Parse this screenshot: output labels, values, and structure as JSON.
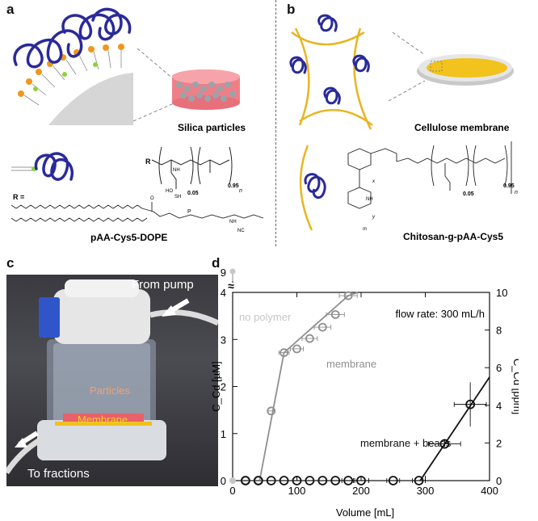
{
  "panels": {
    "a": {
      "letter": "a",
      "silica_label": "Silica particles",
      "r_symbol": "R",
      "r_eq": "R =",
      "sub_005": "0.05",
      "sub_095": "0.95",
      "sub_n": "n",
      "sh": "SH",
      "ho": "HO",
      "o": "O",
      "nh": "NH",
      "p": "P",
      "nc": "NC",
      "compound": "pAA-Cys5-DOPE"
    },
    "b": {
      "letter": "b",
      "membrane_label": "Cellulose membrane",
      "sub_005": "0.05",
      "sub_095": "0.95",
      "sub_n": "n",
      "sub_x": "x",
      "sub_y": "y",
      "sub_m": "m",
      "nh2": "NH",
      "compound": "Chitosan-g-pAA-Cys5"
    },
    "c": {
      "letter": "c",
      "from_pump": "From pump",
      "particles": "Particles",
      "membrane": "Membrane",
      "to_fractions": "To fractions"
    },
    "d": {
      "letter": "d"
    }
  },
  "chart_data": {
    "type": "line",
    "xlabel": "Volume [mL]",
    "ylabel_left": "C_Cd [µM]",
    "ylabel_right": "C_Cd [ppm]",
    "xlim": [
      0,
      400
    ],
    "ylim_left": [
      0,
      4
    ],
    "ylim_right": [
      0,
      10
    ],
    "x_ticks": [
      "0",
      "100",
      "200",
      "300",
      "400"
    ],
    "y_ticks_left": [
      "0",
      "1",
      "2",
      "3",
      "4"
    ],
    "y_break_tick": "9",
    "y_ticks_right": [
      "0",
      "2",
      "4",
      "6",
      "8",
      "10"
    ],
    "annotation": "flow rate: 300 mL/h",
    "series": [
      {
        "name": "no polymer",
        "color": "#c7c7c7",
        "points": [
          [
            0,
            0
          ],
          [
            0,
            9
          ]
        ]
      },
      {
        "name": "membrane",
        "color": "#8f8f8f",
        "points": [
          [
            20,
            0
          ],
          [
            40,
            0
          ],
          [
            60,
            1.48
          ],
          [
            80,
            2.72
          ],
          [
            100,
            2.8
          ],
          [
            120,
            3.02
          ],
          [
            140,
            3.26
          ],
          [
            160,
            3.53
          ],
          [
            180,
            3.93
          ]
        ],
        "xerr": [
          0,
          0,
          5,
          8,
          10,
          12,
          13,
          14,
          14
        ],
        "fit": [
          [
            42,
            0
          ],
          [
            80,
            2.72
          ],
          [
            180,
            3.93
          ],
          [
            195,
            4.0
          ]
        ]
      },
      {
        "name": "membrane + beads",
        "color": "#111111",
        "points": [
          [
            20,
            0
          ],
          [
            40,
            0
          ],
          [
            60,
            0
          ],
          [
            80,
            0
          ],
          [
            100,
            0
          ],
          [
            120,
            0
          ],
          [
            140,
            0
          ],
          [
            160,
            0
          ],
          [
            180,
            0
          ],
          [
            200,
            0
          ],
          [
            250,
            0
          ],
          [
            290,
            0
          ],
          [
            330,
            0.78
          ],
          [
            370,
            1.62
          ]
        ],
        "xerr": [
          0,
          0,
          0,
          0,
          0,
          0,
          0,
          0,
          10,
          12,
          10,
          10,
          25,
          25
        ],
        "yerr": [
          0,
          0,
          0,
          0,
          0,
          0,
          0,
          0,
          0,
          0,
          0,
          0,
          0,
          0.47
        ],
        "fit": [
          [
            292,
            0
          ],
          [
            400,
            2.2
          ]
        ]
      }
    ]
  }
}
